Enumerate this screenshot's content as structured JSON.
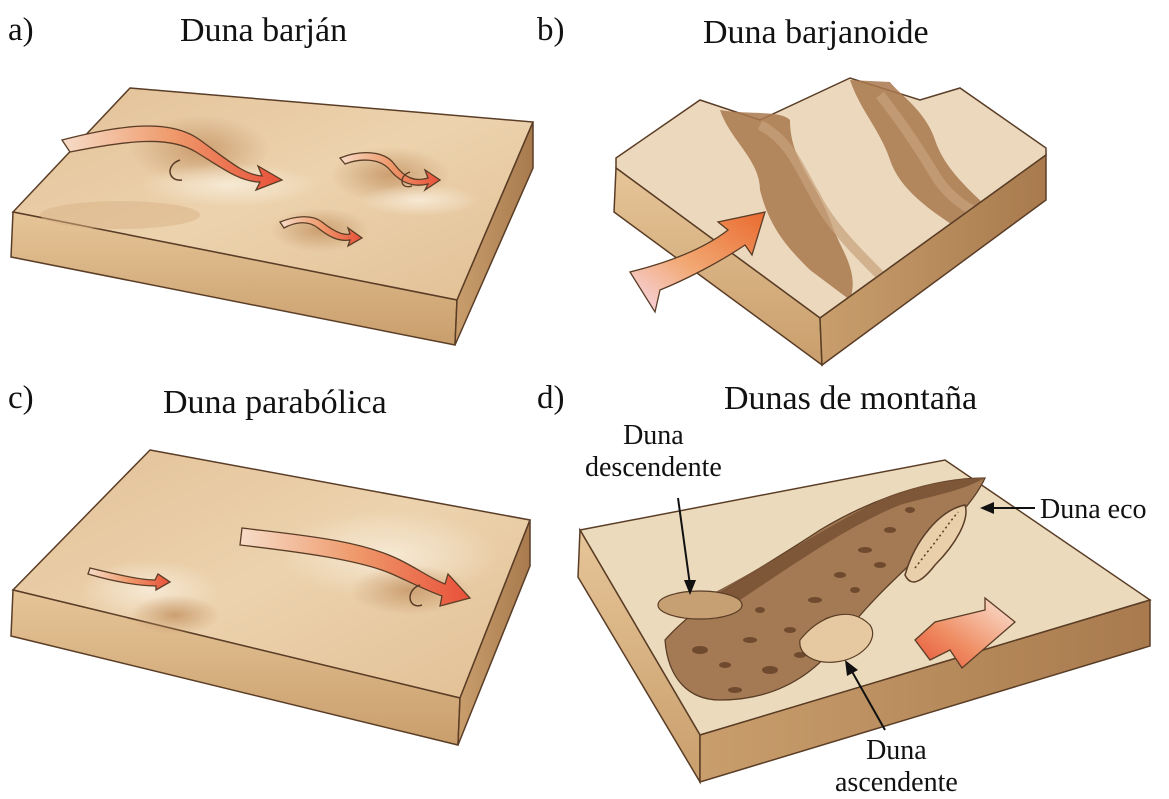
{
  "panels": [
    {
      "letter": "a)",
      "title": "Duna barján"
    },
    {
      "letter": "b)",
      "title": "Duna barjanoide"
    },
    {
      "letter": "c)",
      "title": "Duna parabólica"
    },
    {
      "letter": "d)",
      "title": "Dunas de montaña"
    }
  ],
  "annotations": {
    "descendente_line1": "Duna",
    "descendente_line2": "descendente",
    "eco": "Duna eco",
    "ascendente_line1": "Duna",
    "ascendente_line2": "ascendente"
  },
  "colors": {
    "sand_top": "#e8c9a0",
    "sand_side": "#d9b487",
    "sand_dark": "#a87a4e",
    "dune_brown": "#8b5e3c",
    "wind_arrow": "#e8633a"
  }
}
